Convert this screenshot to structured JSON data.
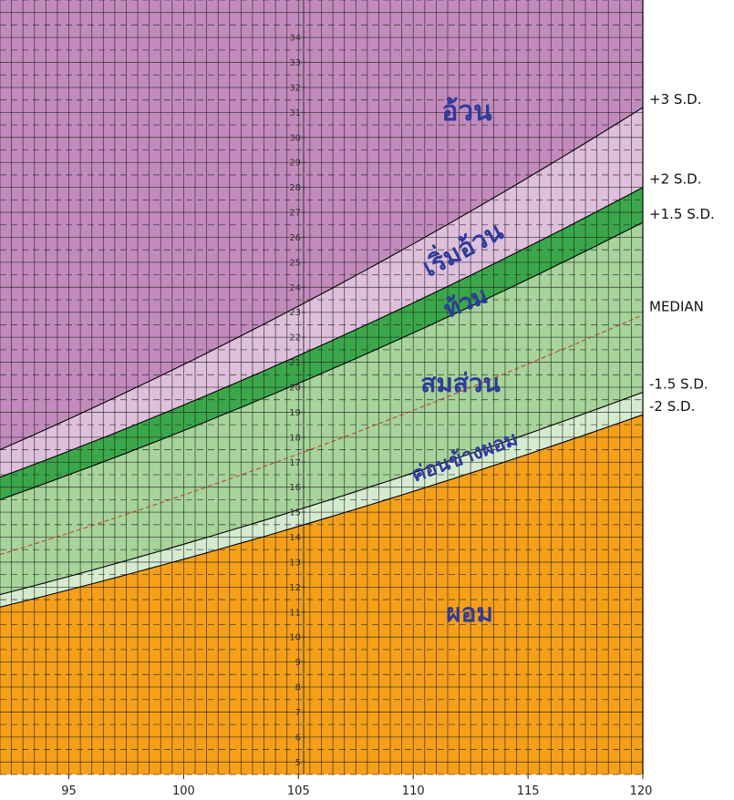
{
  "chart_data": {
    "type": "area",
    "title": "",
    "xlabel": "",
    "ylabel": "",
    "xlim": [
      92,
      120
    ],
    "ylim": [
      4.5,
      35.5
    ],
    "x_ticks": [
      95,
      100,
      105,
      110,
      115,
      120
    ],
    "y_ticks": [
      5,
      6,
      7,
      8,
      9,
      10,
      11,
      12,
      13,
      14,
      15,
      16,
      17,
      18,
      19,
      20,
      21,
      22,
      23,
      24,
      25,
      26,
      27,
      28,
      29,
      30,
      31,
      32,
      33,
      34
    ],
    "grid": true,
    "x": [
      92,
      120
    ],
    "curves": [
      {
        "name": "+3 S.D.",
        "values": [
          17.5,
          31.2
        ],
        "color": "#000000"
      },
      {
        "name": "+2 S.D.",
        "values": [
          16.4,
          28.0
        ],
        "color": "#000000"
      },
      {
        "name": "+1.5 S.D.",
        "values": [
          15.5,
          26.6
        ],
        "color": "#000000"
      },
      {
        "name": "MEDIAN",
        "values": [
          13.3,
          22.9
        ],
        "color": "#c0392b",
        "dashed": true
      },
      {
        "name": "-1.5 S.D.",
        "values": [
          11.7,
          19.8
        ],
        "color": "#000000"
      },
      {
        "name": "-2 S.D.",
        "values": [
          11.2,
          18.9
        ],
        "color": "#000000"
      }
    ],
    "zones": [
      {
        "label": "อ้วน",
        "color": "#c38bbd",
        "from": "+3 S.D.",
        "to": "top"
      },
      {
        "label": "เริ่มอ้วน",
        "color": "#dfc0dc",
        "from": "+2 S.D.",
        "to": "+3 S.D."
      },
      {
        "label": "ท้วม",
        "color": "#3aa84a",
        "from": "+1.5 S.D.",
        "to": "+2 S.D."
      },
      {
        "label": "สมส่วน",
        "color": "#a6d49a",
        "from": "-1.5 S.D.",
        "to": "+1.5 S.D."
      },
      {
        "label": "ค่อนข้างผอม",
        "color": "#d5ebcf",
        "from": "-2 S.D.",
        "to": "-1.5 S.D."
      },
      {
        "label": "ผอม",
        "color": "#f6a01a",
        "from": "bottom",
        "to": "-2 S.D."
      }
    ],
    "sd_labels": [
      "+3 S.D.",
      "+2 S.D.",
      "+1.5 S.D.",
      "MEDIAN",
      "-1.5 S.D.",
      "-2 S.D."
    ]
  }
}
